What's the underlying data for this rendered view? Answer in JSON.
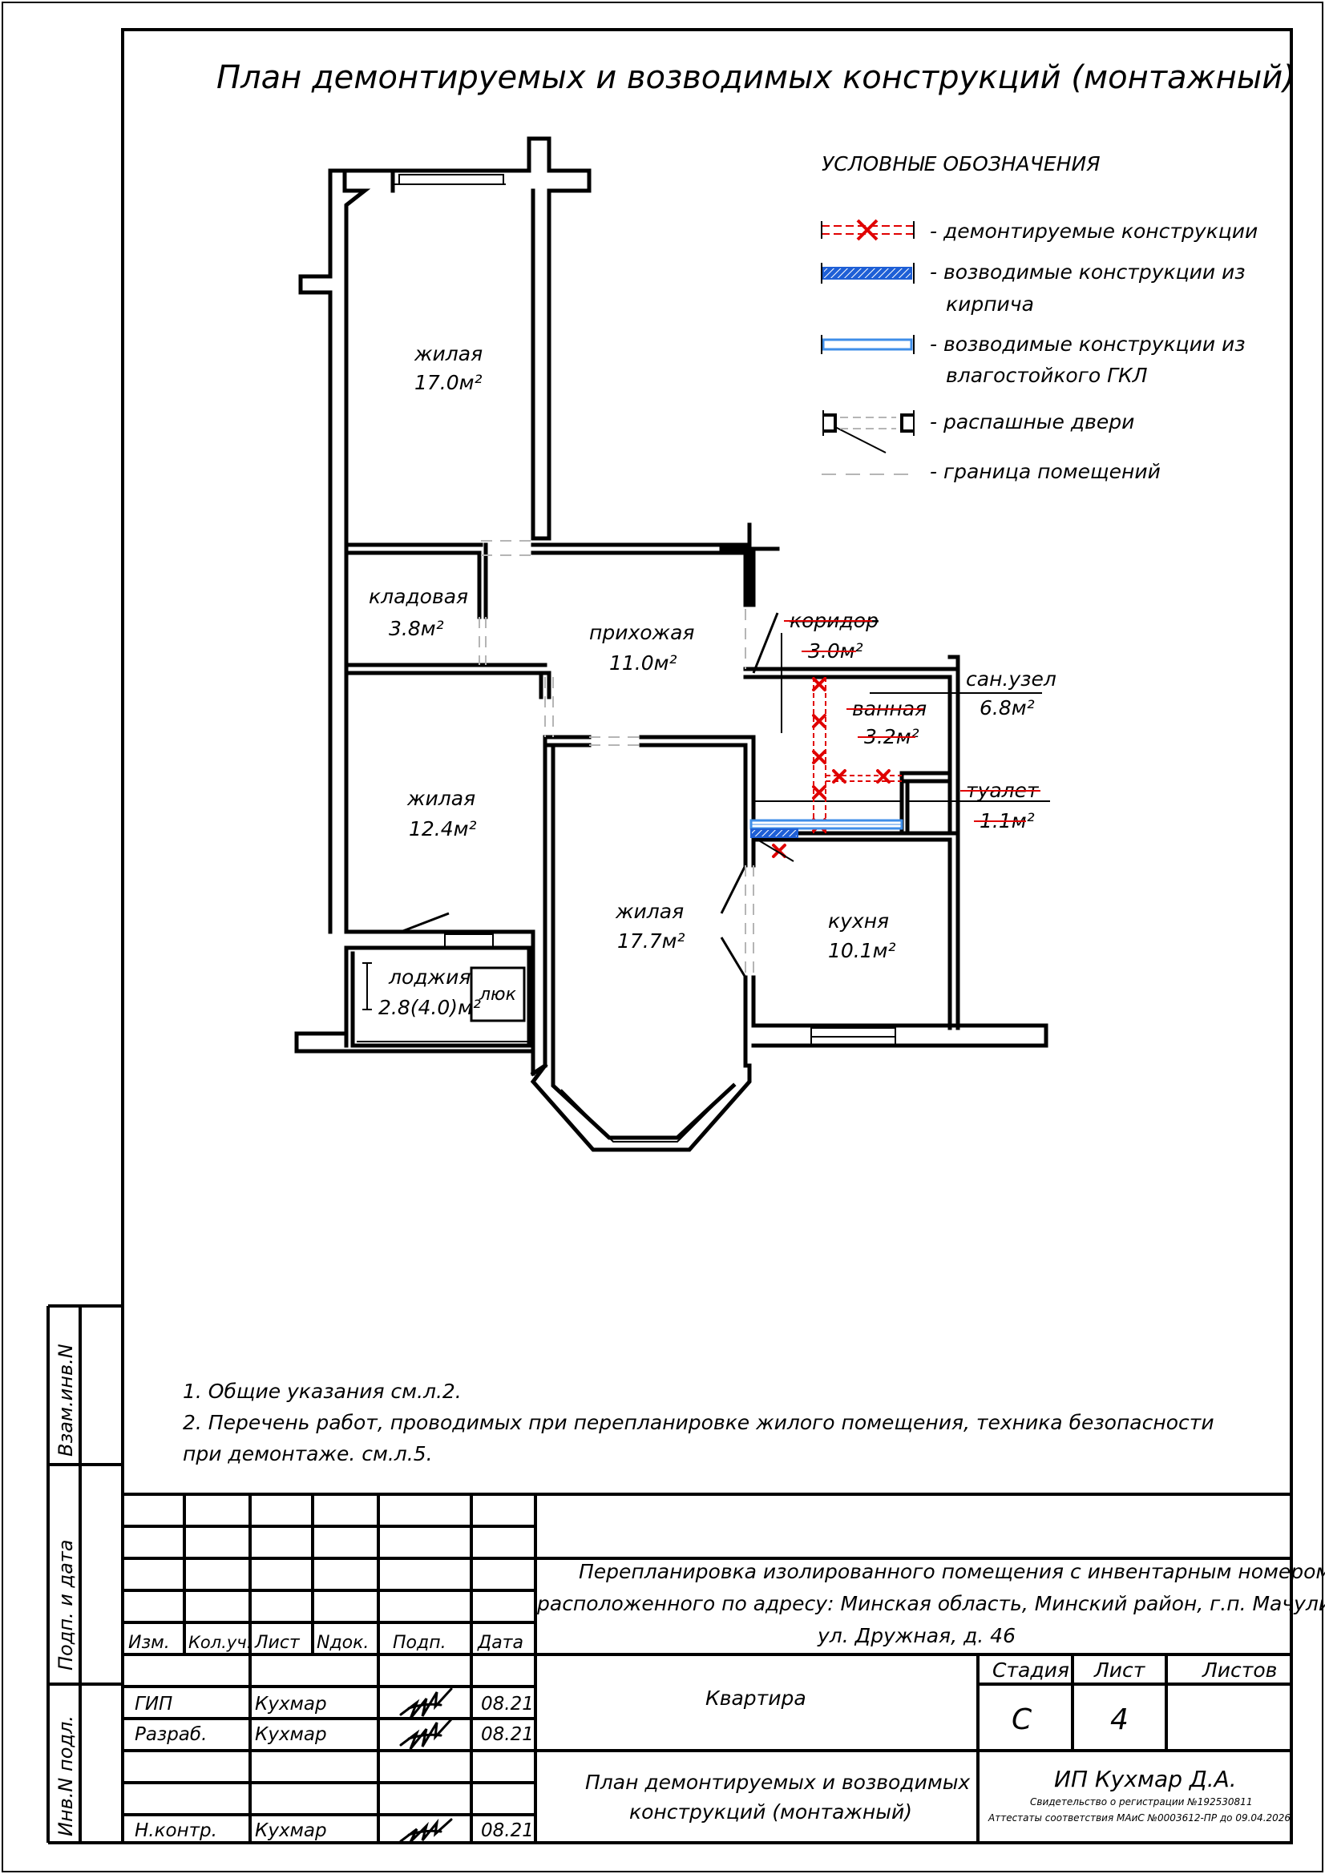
{
  "drawing": {
    "title": "План демонтируемых и возводимых конструкций (монтажный)",
    "rooms": {
      "living1": {
        "name": "жилая",
        "area": "17.0м²"
      },
      "storage": {
        "name": "кладовая",
        "area": "3.8м²"
      },
      "hall": {
        "name": "прихожая",
        "area": "11.0м²"
      },
      "corridor": {
        "name": "коридор",
        "area": "3.0м²"
      },
      "bath": {
        "name": "ванная",
        "area": "3.2м²"
      },
      "sanuzel": {
        "name": "сан.узел",
        "area": "6.8м²"
      },
      "toilet": {
        "name": "туалет",
        "area": "1.1м²"
      },
      "living2": {
        "name": "жилая",
        "area": "12.4м²"
      },
      "living3": {
        "name": "жилая",
        "area": "17.7м²"
      },
      "kitchen": {
        "name": "кухня",
        "area": "10.1м²"
      },
      "loggia": {
        "name": "лоджия",
        "area": "2.8(4.0)м²"
      },
      "hatch": "люк"
    }
  },
  "legend": {
    "title": "УСЛОВНЫЕ ОБОЗНАЧЕНИЯ",
    "demolished": "- демонтируемые конструкции",
    "brick_line1": "- возводимые конструкции из",
    "brick_line2": "кирпича",
    "gkl_line1": "- возводимые конструкции из",
    "gkl_line2": "влагостойкого ГКЛ",
    "doors": "- распашные двери",
    "boundary": "- граница помещений"
  },
  "notes": {
    "n1": "1. Общие указания см.л.2.",
    "n2a": "2. Перечень работ, проводимых при перепланировке жилого помещения, техника безопасности",
    "n2b": "при демонтаже. см.л.5."
  },
  "side_stamp": {
    "vzam": "Взам.инв.N",
    "podp": "Подп. и дата",
    "inv": "Инв.N подл."
  },
  "title_block": {
    "headers": {
      "izm": "Изм.",
      "kol": "Кол.уч.",
      "list": "Лист",
      "ndok": "Nдок.",
      "podp": "Подп.",
      "data": "Дата"
    },
    "rows": [
      {
        "role": "ГИП",
        "name": "Кухмар",
        "date": "08.21"
      },
      {
        "role": "Разраб.",
        "name": "Кухмар",
        "date": "08.21"
      },
      {
        "role": "Н.контр.",
        "name": "Кухмар",
        "date": "08.21"
      }
    ],
    "project_line1": "Перепланировка изолированного помещения с инвентарным номером",
    "project_line2": "расположенного по адресу: Минская область, Минский район, г.п. Мачулищи",
    "project_line3": "ул. Дружная, д. 46",
    "object": "Квартира",
    "sheet_title1": "План демонтируемых и возводимых",
    "sheet_title2": "конструкций (монтажный)",
    "stage_label": "Стадия",
    "sheet_label": "Лист",
    "sheets_label": "Листов",
    "stage_value": "С",
    "sheet_value": "4",
    "company": "ИП Кухмар Д.А.",
    "cert1": "Свидетельство о регистрации №192530811",
    "cert2": "Аттестаты соответствия МАиС №0003612-ПР до 09.04.2026"
  },
  "colors": {
    "line": "#000000",
    "demolish": "#e00000",
    "brick": "#1e5fd6",
    "gkl": "#3f8ee8",
    "boundary": "#b5b5b5"
  }
}
